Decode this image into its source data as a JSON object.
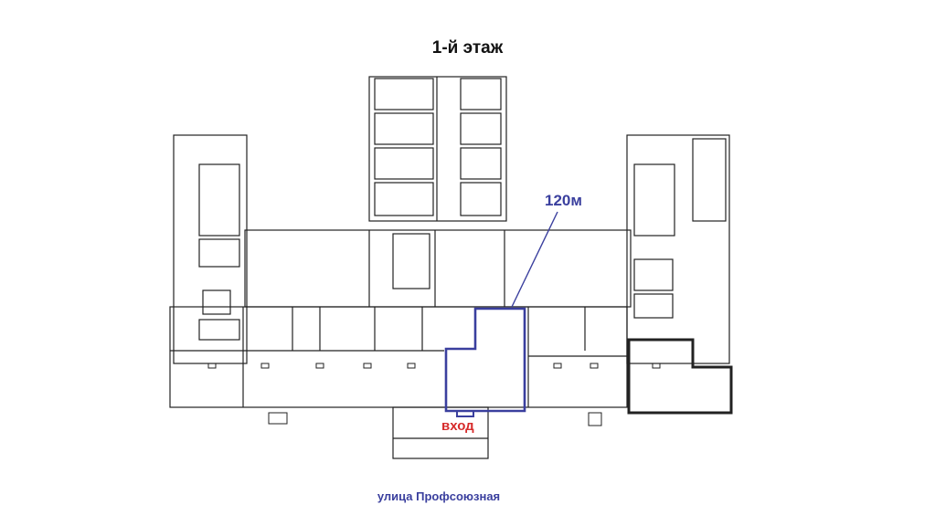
{
  "plan": {
    "floor_title": "1-й этаж",
    "highlighted_unit": {
      "area_label": "120м",
      "highlight_color": "#3a3f9e"
    },
    "entrance_label": "вход",
    "entrance_color": "#d62b2b",
    "street_label": "улица Профсоюзная",
    "wall_color": "#222222"
  }
}
